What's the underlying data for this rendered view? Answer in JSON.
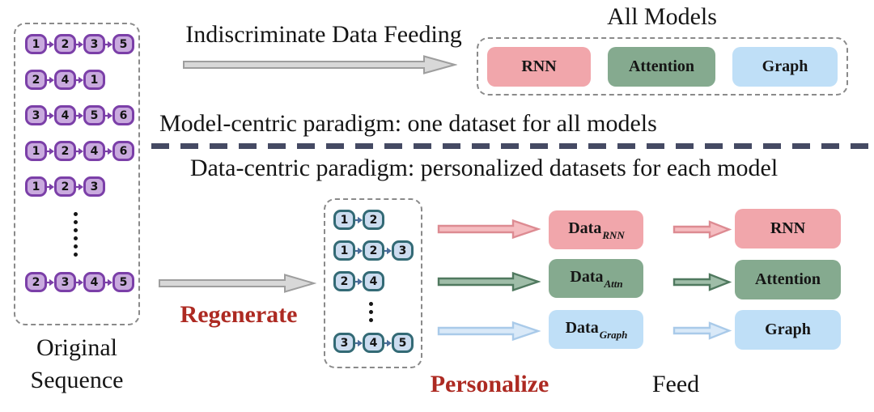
{
  "colors": {
    "purple_node_fill": "#c9aade",
    "purple_node_border": "#7b3fa8",
    "purple_connector": "#7b3fa8",
    "teal_node_fill": "#ccdcf0",
    "teal_node_border": "#336a75",
    "teal_connector": "#4a6d9a",
    "pink_fill": "#f1a6ab",
    "green_fill": "#85aa8f",
    "blue_fill": "#bfdff7",
    "pink_arrow_fill": "#f5bcc0",
    "pink_arrow_stroke": "#dd8b92",
    "green_arrow_fill": "#9fbda8",
    "green_arrow_stroke": "#50795f",
    "blue_arrow_fill": "#d9e9f8",
    "blue_arrow_stroke": "#a9cae9",
    "gray_arrow_fill": "#d8d8d8",
    "gray_arrow_stroke": "#9e9e9e",
    "divider": "#454a63",
    "red_label": "#ad2a22"
  },
  "top": {
    "feeding_label": "Indiscriminate Data Feeding",
    "all_models_label": "All Models",
    "models": [
      {
        "label": "RNN"
      },
      {
        "label": "Attention"
      },
      {
        "label": "Graph"
      }
    ]
  },
  "paradigm": {
    "model_centric": "Model-centric paradigm: one dataset for all models",
    "data_centric": "Data-centric paradigm: personalized datasets for each model"
  },
  "original_box": {
    "label_line1": "Original",
    "label_line2": "Sequence",
    "sequences": [
      [
        1,
        2,
        3,
        5
      ],
      [
        2,
        4,
        1
      ],
      [
        3,
        4,
        5,
        6
      ],
      [
        1,
        2,
        4,
        6
      ],
      [
        1,
        2,
        3
      ],
      {
        "dots": 6
      },
      [
        2,
        3,
        4,
        5
      ]
    ]
  },
  "regenerated_box": {
    "sequences": [
      [
        1,
        2
      ],
      [
        1,
        2,
        3
      ],
      [
        2,
        4
      ],
      {
        "dots": 3
      },
      [
        3,
        4,
        5
      ]
    ]
  },
  "labels": {
    "regenerate": "Regenerate",
    "personalize": "Personalize",
    "feed": "Feed"
  },
  "data_boxes": [
    {
      "base": "Data",
      "sub": "RNN"
    },
    {
      "base": "Data",
      "sub": "Attn"
    },
    {
      "base": "Data",
      "sub": "Graph"
    }
  ],
  "model_boxes": [
    {
      "label": "RNN"
    },
    {
      "label": "Attention"
    },
    {
      "label": "Graph"
    }
  ]
}
